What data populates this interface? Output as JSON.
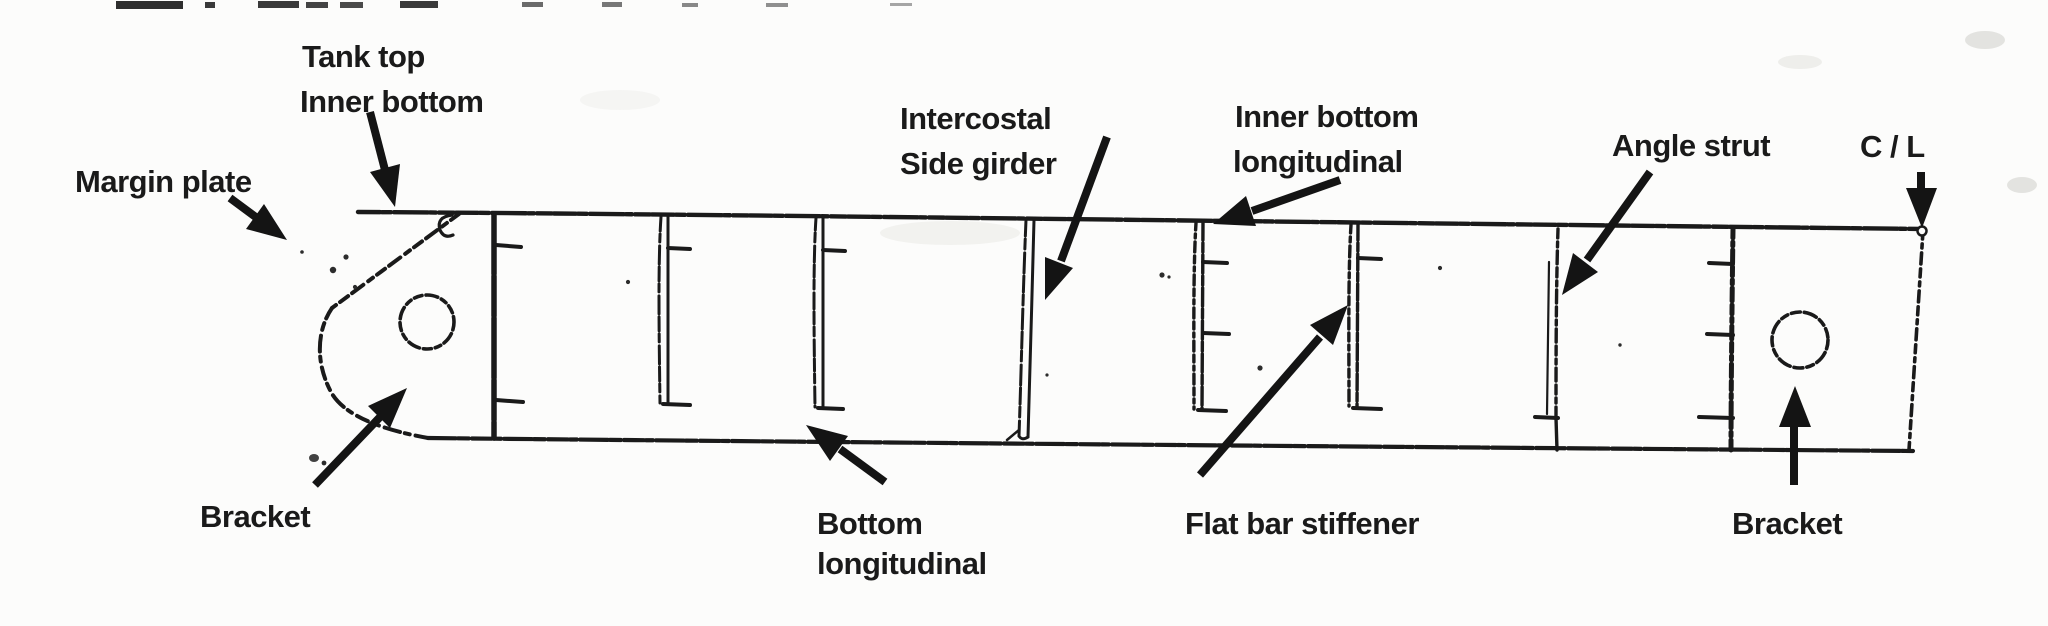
{
  "page": {
    "background": "#fcfcfb",
    "ink_color": "#1a1a1a"
  },
  "labels": {
    "tank_top_line1": "Tank top",
    "tank_top_line2": "Inner bottom",
    "margin_plate": "Margin plate",
    "intercostal_line1": "Intercostal",
    "intercostal_line2": "Side girder",
    "inner_bottom_longitudinal_line1": "Inner bottom",
    "inner_bottom_longitudinal_line2": "longitudinal",
    "angle_strut": "Angle strut",
    "centerline": "C / L",
    "bracket_left": "Bracket",
    "bottom_longitudinal_line1": "Bottom",
    "bottom_longitudinal_line2": "longitudinal",
    "flat_bar_stiffener": "Flat bar stiffener",
    "bracket_right": "Bracket"
  }
}
